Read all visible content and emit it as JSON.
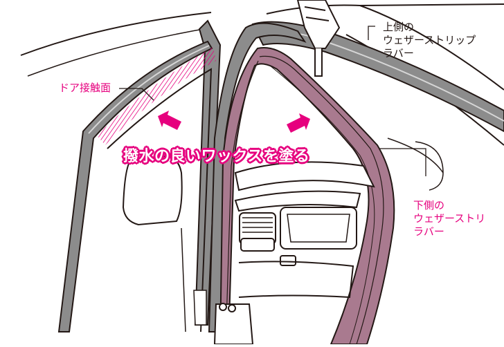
{
  "labels": {
    "door_contact": "ドア接触面",
    "upper_strip_line1": "上側の",
    "upper_strip_line2": "ウェザーストリップ",
    "upper_strip_line3": "ラバー",
    "lower_strip_line1": "下側の",
    "lower_strip_line2": "ウェザーストリ",
    "lower_strip_line3": "ラバー",
    "instruction": "撥水の良いワックスを塗る"
  },
  "colors": {
    "accent": "#e6007e",
    "rubber_fill": "#a97a8f",
    "strip_gray": "#8c8c8c",
    "line": "#231815"
  }
}
